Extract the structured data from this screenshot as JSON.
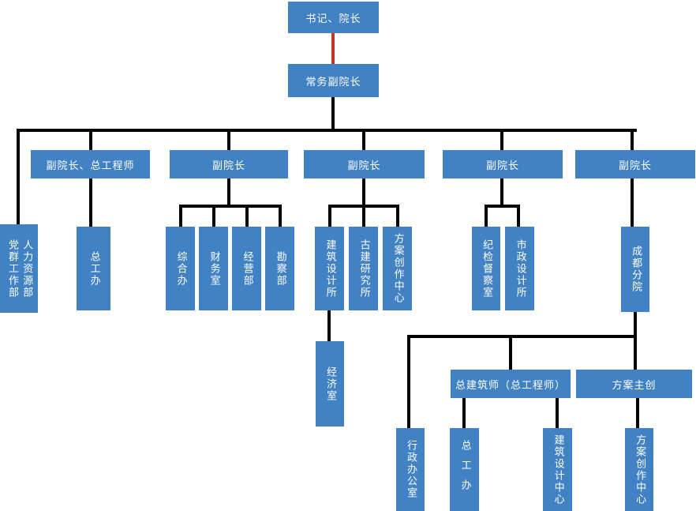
{
  "page": {
    "background": "#FFFFFF",
    "description": "Organization chart of a design institute (vertical blue boxes connected by black elbow connectors; red connector between top two levels)"
  },
  "colors": {
    "box_fill": "#4182C4",
    "box_text": "#FFFFFF",
    "connector": "#000000",
    "top_connector_red": "#C0392B"
  },
  "nodes": {
    "president": "书记、院长",
    "exec_vp": "常务副院长",
    "vp_chief_engineer": "副院长、总工程师",
    "vp_2": "副院长",
    "vp_3": "副院长",
    "vp_4": "副院长",
    "vp_5": "副院长",
    "party_mass_dept": "党群工作部",
    "hr_dept": "人力资源部",
    "chief_engineer_office": "总工办",
    "general_affairs_office": "综合办",
    "finance_office": "财务室",
    "operations_dept": "经营部",
    "survey_dept": "勘察部",
    "architectural_design_institute": "建筑设计所",
    "ancient_architecture_research_institute": "古建研究所",
    "scheme_creation_center": "方案创作中心",
    "economy_office": "经济室",
    "discipline_inspection_office": "纪检督察室",
    "municipal_design_institute": "市政设计所",
    "chengdu_branch": "成都分院",
    "chief_architect": "总建筑师（总工程师）",
    "scheme_lead": "方案主创",
    "admin_office": "行政办公室",
    "chief_engineer_office_chengdu": "总工办",
    "architectural_design_center": "建筑设计中心",
    "scheme_creation_center_chengdu": "方案创作中心"
  },
  "structure": {
    "president": [
      "exec_vp"
    ],
    "exec_vp": [
      "party_mass_dept",
      "hr_dept",
      "vp_chief_engineer",
      "vp_2",
      "vp_3",
      "vp_4",
      "vp_5"
    ],
    "vp_chief_engineer": [
      "chief_engineer_office"
    ],
    "vp_2": [
      "general_affairs_office",
      "finance_office",
      "operations_dept",
      "survey_dept"
    ],
    "vp_3": [
      "architectural_design_institute",
      "ancient_architecture_research_institute",
      "scheme_creation_center"
    ],
    "architectural_design_institute": [
      "economy_office"
    ],
    "vp_4": [
      "discipline_inspection_office",
      "municipal_design_institute"
    ],
    "vp_5": [
      "chengdu_branch"
    ],
    "chengdu_branch": [
      "admin_office",
      "chief_architect",
      "scheme_lead"
    ],
    "chief_architect": [
      "chief_engineer_office_chengdu",
      "architectural_design_center"
    ],
    "scheme_lead": [
      "scheme_creation_center_chengdu"
    ],
    "note": "party_mass_dept and hr_dept are rendered together inside a single shared box at far left"
  }
}
